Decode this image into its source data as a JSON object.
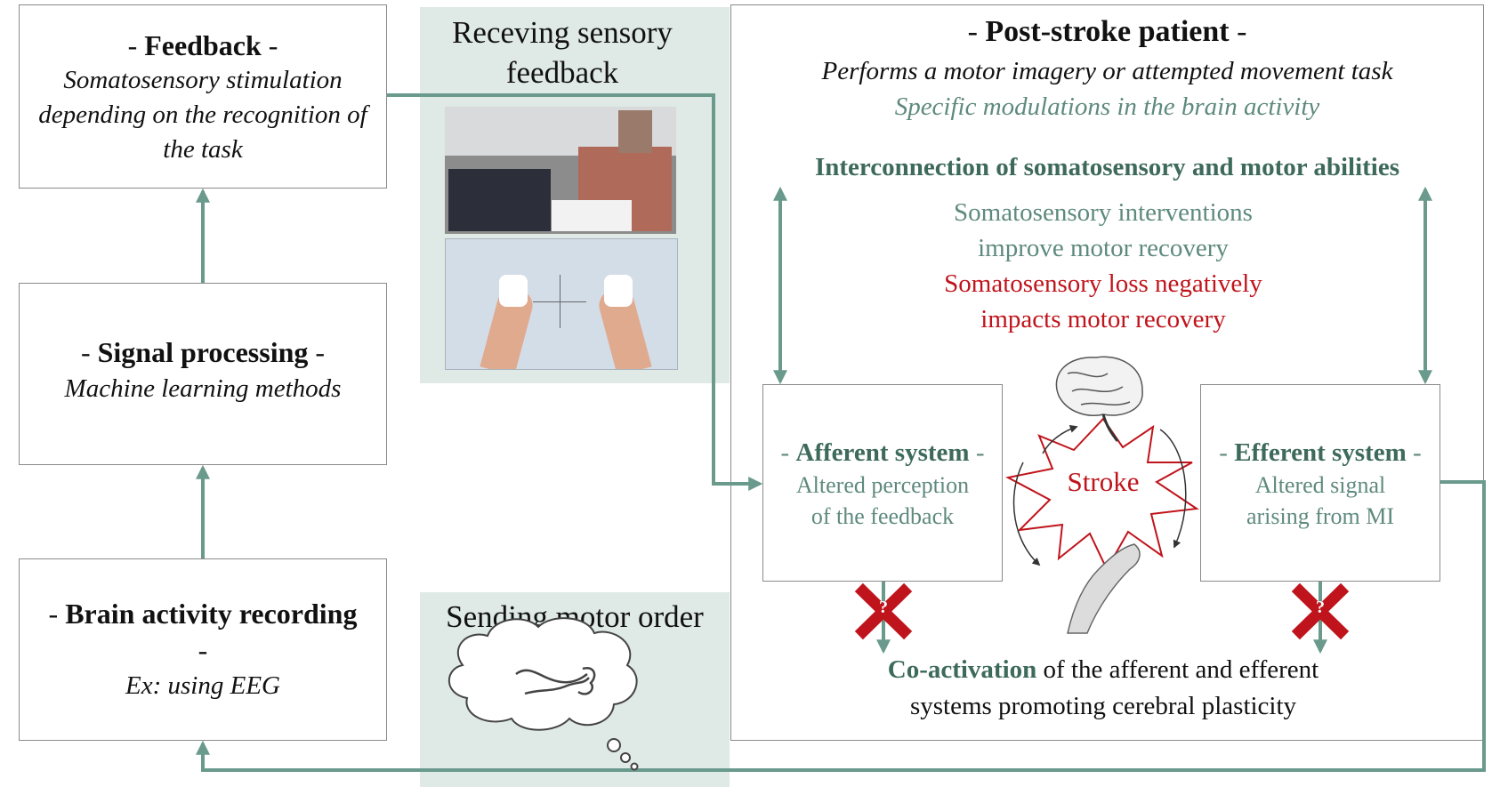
{
  "left": {
    "feedback": {
      "dash_left": "- ",
      "title": "Feedback",
      "dash_right": " -",
      "subtitle": "Somatosensory stimulation depending on the recognition of the task"
    },
    "signal": {
      "dash_left": "- ",
      "title": "Signal processing",
      "dash_right": " -",
      "subtitle": "Machine learning methods"
    },
    "recording": {
      "dash_left": "- ",
      "title": "Brain activity recording",
      "dash_right": "-",
      "subtitle": "Ex: using EEG"
    }
  },
  "middle": {
    "receiving_title": "Receving sensory feedback",
    "sending_title": "Sending motor order"
  },
  "patient": {
    "dash_left": "- ",
    "title": "Post-stroke patient",
    "dash_right": " -",
    "line1": "Performs a motor imagery or attempted movement task",
    "line2": "Specific modulations in the brain activity",
    "interconnection": "Interconnection of somatosensory and motor abilities",
    "green_text_1": "Somatosensory interventions",
    "green_text_2": "improve motor recovery",
    "red_text_1": "Somatosensory loss negatively",
    "red_text_2": "impacts motor recovery",
    "afferent": {
      "dash_left": "- ",
      "title": "Afferent system",
      "dash_right": " -",
      "desc1": "Altered perception",
      "desc2": "of the feedback"
    },
    "efferent": {
      "dash_left": "- ",
      "title": "Efferent system",
      "dash_right": " -",
      "desc1": "Altered signal",
      "desc2": "arising from MI"
    },
    "stroke_label": "Stroke",
    "question_mark": "?",
    "coactivation_bold": "Co-activation",
    "coactivation_rest": " of the afferent and efferent",
    "coactivation_line2": "systems promoting cerebral plasticity"
  },
  "colors": {
    "arrow": "#6a9a8c",
    "panel": "#dfe9e5",
    "red": "#c0141c",
    "box_border": "#8a8a8a"
  }
}
